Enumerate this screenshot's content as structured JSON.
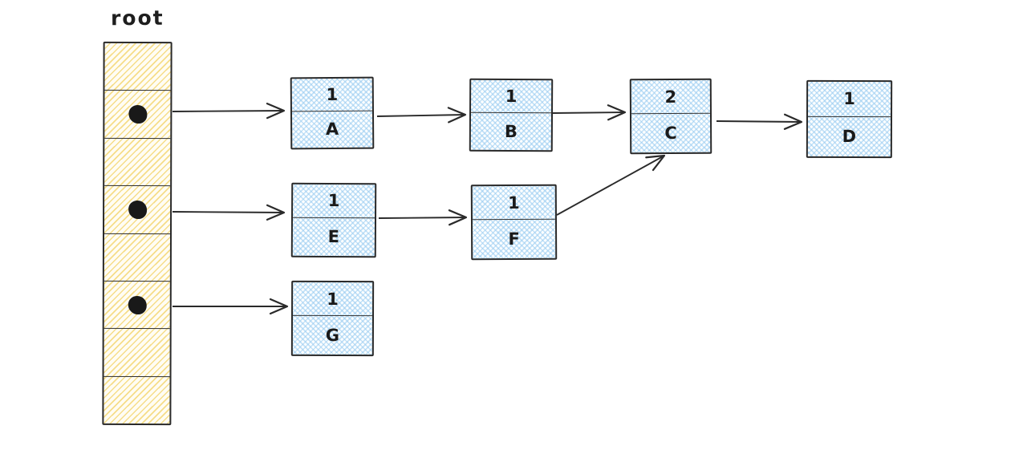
{
  "diagram": {
    "kind": "hash-table-with-chained-linked-list-nodes",
    "root_label": "root",
    "root_array": {
      "cell_count": 8,
      "cells": [
        {
          "slot": 0,
          "has_pointer": false,
          "points_to": null
        },
        {
          "slot": 1,
          "has_pointer": true,
          "points_to": "A"
        },
        {
          "slot": 2,
          "has_pointer": false,
          "points_to": null
        },
        {
          "slot": 3,
          "has_pointer": true,
          "points_to": "E"
        },
        {
          "slot": 4,
          "has_pointer": false,
          "points_to": null
        },
        {
          "slot": 5,
          "has_pointer": true,
          "points_to": "G"
        },
        {
          "slot": 6,
          "has_pointer": false,
          "points_to": null
        },
        {
          "slot": 7,
          "has_pointer": false,
          "points_to": null
        }
      ]
    },
    "nodes": [
      {
        "id": "A",
        "count": "1",
        "label": "A"
      },
      {
        "id": "B",
        "count": "1",
        "label": "B"
      },
      {
        "id": "C",
        "count": "2",
        "label": "C"
      },
      {
        "id": "D",
        "count": "1",
        "label": "D"
      },
      {
        "id": "E",
        "count": "1",
        "label": "E"
      },
      {
        "id": "F",
        "count": "1",
        "label": "F"
      },
      {
        "id": "G",
        "count": "1",
        "label": "G"
      }
    ],
    "edges": [
      {
        "from": "root[1]",
        "to": "A"
      },
      {
        "from": "A",
        "to": "B"
      },
      {
        "from": "B",
        "to": "C"
      },
      {
        "from": "C",
        "to": "D"
      },
      {
        "from": "root[3]",
        "to": "E"
      },
      {
        "from": "E",
        "to": "F"
      },
      {
        "from": "F",
        "to": "C"
      },
      {
        "from": "root[5]",
        "to": "G"
      }
    ],
    "colors": {
      "stroke": "#2a2a2a",
      "array_hatch": "#f4d56e",
      "node_hatch": "#96caf0",
      "pointer_dot": "#191919",
      "background": "#ffffff"
    }
  }
}
